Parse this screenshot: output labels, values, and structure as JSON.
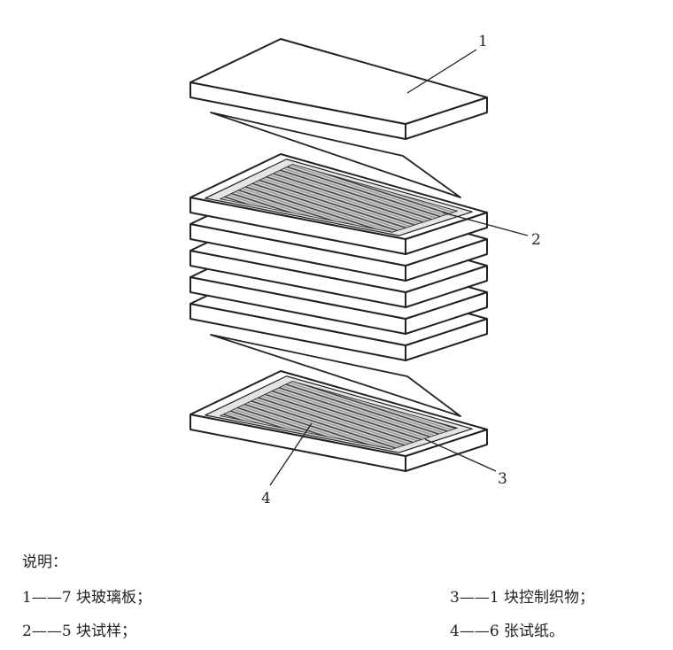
{
  "figure": {
    "callouts": [
      "1",
      "2",
      "3",
      "4"
    ]
  },
  "legend": {
    "title": "说明：",
    "items": [
      {
        "num": "1",
        "text": "——7 块玻璃板；"
      },
      {
        "num": "2",
        "text": "——5 块试样；"
      },
      {
        "num": "3",
        "text": "——1 块控制织物；"
      },
      {
        "num": "4",
        "text": "——6 张试纸。"
      }
    ]
  }
}
